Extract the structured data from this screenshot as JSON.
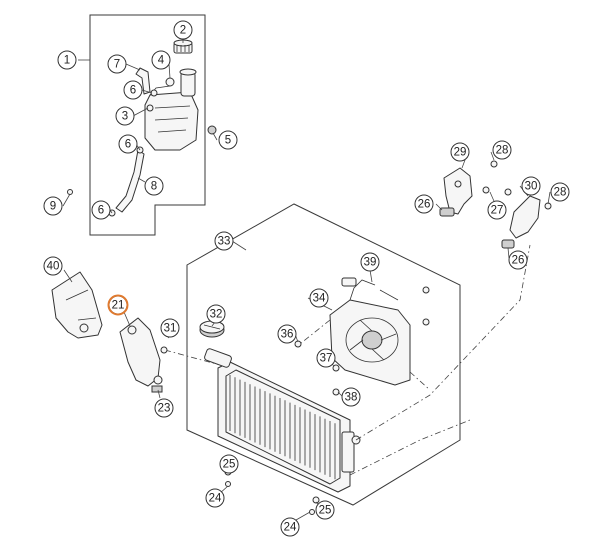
{
  "diagram": {
    "highlight_color": "#e07a2f",
    "callouts": [
      {
        "id": "c1",
        "label": "1"
      },
      {
        "id": "c2",
        "label": "2"
      },
      {
        "id": "c7",
        "label": "7"
      },
      {
        "id": "c4",
        "label": "4"
      },
      {
        "id": "c6a",
        "label": "6"
      },
      {
        "id": "c3",
        "label": "3"
      },
      {
        "id": "c5",
        "label": "5"
      },
      {
        "id": "c6b",
        "label": "6"
      },
      {
        "id": "c8",
        "label": "8"
      },
      {
        "id": "c9",
        "label": "9"
      },
      {
        "id": "c6c",
        "label": "6"
      },
      {
        "id": "c29",
        "label": "29"
      },
      {
        "id": "c28a",
        "label": "28"
      },
      {
        "id": "c26a",
        "label": "26"
      },
      {
        "id": "c27",
        "label": "27"
      },
      {
        "id": "c30",
        "label": "30"
      },
      {
        "id": "c28b",
        "label": "28"
      },
      {
        "id": "c33",
        "label": "33"
      },
      {
        "id": "c26b",
        "label": "26"
      },
      {
        "id": "c40",
        "label": "40"
      },
      {
        "id": "c39",
        "label": "39"
      },
      {
        "id": "c21",
        "label": "21",
        "highlighted": true
      },
      {
        "id": "c34",
        "label": "34"
      },
      {
        "id": "c32",
        "label": "32"
      },
      {
        "id": "c31",
        "label": "31"
      },
      {
        "id": "c36",
        "label": "36"
      },
      {
        "id": "c37",
        "label": "37"
      },
      {
        "id": "c23",
        "label": "23"
      },
      {
        "id": "c38",
        "label": "38"
      },
      {
        "id": "c25a",
        "label": "25"
      },
      {
        "id": "c24a",
        "label": "24"
      },
      {
        "id": "c25b",
        "label": "25"
      },
      {
        "id": "c24b",
        "label": "24"
      }
    ]
  }
}
